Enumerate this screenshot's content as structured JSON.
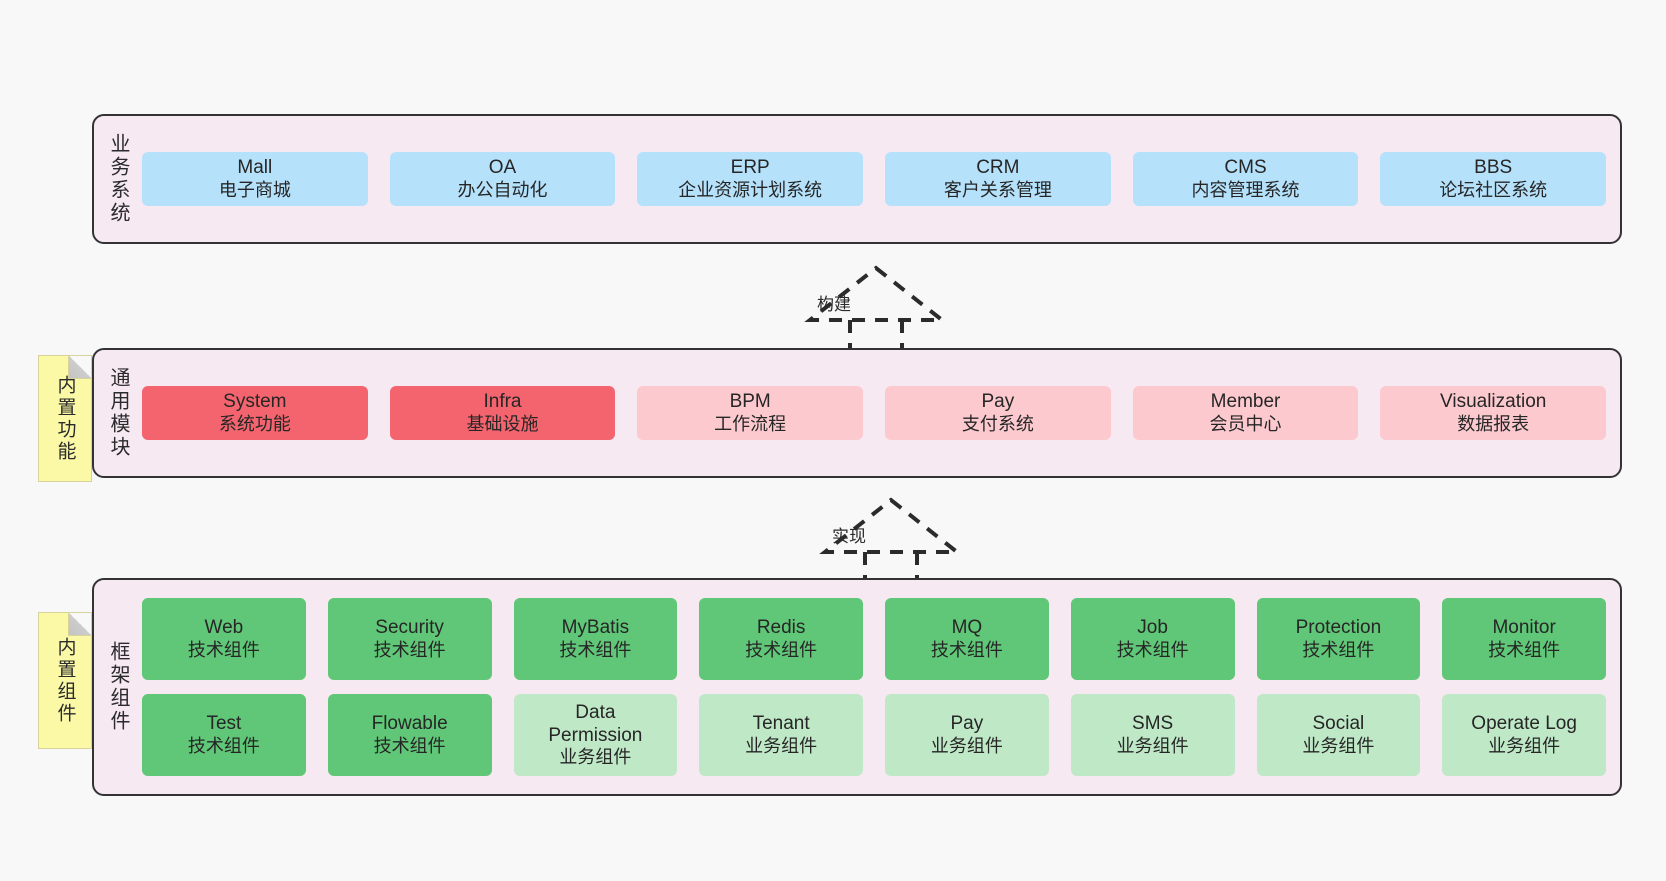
{
  "diagram": {
    "background_color": "#f8f8f8",
    "panel_color": "#f7e9f2",
    "border_color": "#333333"
  },
  "layers": [
    {
      "id": "business-systems",
      "title": "业务系统",
      "note": null,
      "rows": [
        {
          "style": "c-blue",
          "cells": [
            {
              "en": "Mall",
              "cn": "电子商城"
            },
            {
              "en": "OA",
              "cn": "办公自动化"
            },
            {
              "en": "ERP",
              "cn": "企业资源计划系统"
            },
            {
              "en": "CRM",
              "cn": "客户关系管理"
            },
            {
              "en": "CMS",
              "cn": "内容管理系统"
            },
            {
              "en": "BBS",
              "cn": "论坛社区系统"
            }
          ]
        }
      ]
    },
    {
      "id": "common-modules",
      "title": "通用模块",
      "note": "内置功能",
      "rows": [
        {
          "cells": [
            {
              "en": "System",
              "cn": "系统功能",
              "style": "c-red-strong"
            },
            {
              "en": "Infra",
              "cn": "基础设施",
              "style": "c-red-strong"
            },
            {
              "en": "BPM",
              "cn": "工作流程",
              "style": "c-red-light"
            },
            {
              "en": "Pay",
              "cn": "支付系统",
              "style": "c-red-light"
            },
            {
              "en": "Member",
              "cn": "会员中心",
              "style": "c-red-light"
            },
            {
              "en": "Visualization",
              "cn": "数据报表",
              "style": "c-red-light"
            }
          ]
        }
      ]
    },
    {
      "id": "framework-components",
      "title": "框架组件",
      "note": "内置组件",
      "rows": [
        {
          "cells": [
            {
              "en": "Web",
              "cn": "技术组件",
              "style": "c-green-strong"
            },
            {
              "en": "Security",
              "cn": "技术组件",
              "style": "c-green-strong"
            },
            {
              "en": "MyBatis",
              "cn": "技术组件",
              "style": "c-green-strong"
            },
            {
              "en": "Redis",
              "cn": "技术组件",
              "style": "c-green-strong"
            },
            {
              "en": "MQ",
              "cn": "技术组件",
              "style": "c-green-strong"
            },
            {
              "en": "Job",
              "cn": "技术组件",
              "style": "c-green-strong"
            },
            {
              "en": "Protection",
              "cn": "技术组件",
              "style": "c-green-strong"
            },
            {
              "en": "Monitor",
              "cn": "技术组件",
              "style": "c-green-strong"
            }
          ]
        },
        {
          "cells": [
            {
              "en": "Test",
              "cn": "技术组件",
              "style": "c-green-strong"
            },
            {
              "en": "Flowable",
              "cn": "技术组件",
              "style": "c-green-strong"
            },
            {
              "en": "Data Permission",
              "cn": "业务组件",
              "style": "c-green-light"
            },
            {
              "en": "Tenant",
              "cn": "业务组件",
              "style": "c-green-light"
            },
            {
              "en": "Pay",
              "cn": "业务组件",
              "style": "c-green-light"
            },
            {
              "en": "SMS",
              "cn": "业务组件",
              "style": "c-green-light"
            },
            {
              "en": "Social",
              "cn": "业务组件",
              "style": "c-green-light"
            },
            {
              "en": "Operate Log",
              "cn": "业务组件",
              "style": "c-green-light"
            }
          ]
        }
      ]
    }
  ],
  "connectors": [
    {
      "id": "build",
      "label": "构建",
      "from": "common-modules",
      "to": "business-systems"
    },
    {
      "id": "implement",
      "label": "实现",
      "from": "framework-components",
      "to": "common-modules"
    }
  ]
}
